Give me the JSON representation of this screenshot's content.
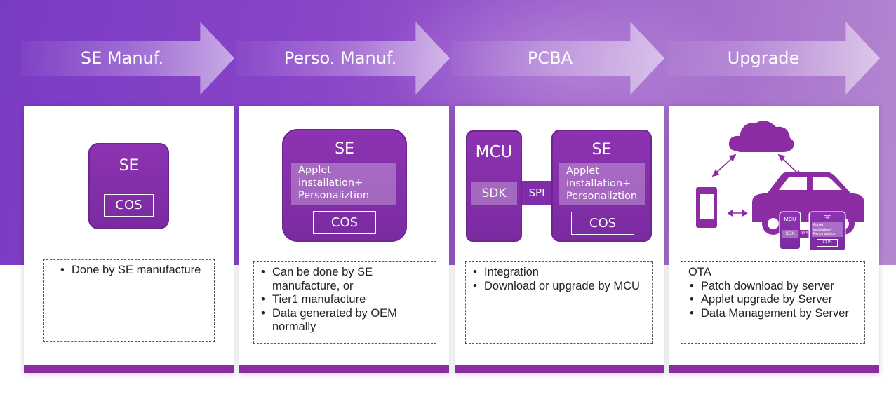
{
  "stages": [
    {
      "label": "SE Manuf.",
      "diagram": {
        "se_title": "SE",
        "cos_label": "COS"
      },
      "notes": [
        "Done by SE manufacture"
      ]
    },
    {
      "label": "Perso. Manuf.",
      "diagram": {
        "se_title": "SE",
        "applet_lines": [
          "Applet",
          "installation+",
          "Personaliztion"
        ],
        "cos_label": "COS"
      },
      "notes": [
        "Can be done by SE manufacture, or",
        "Tier1 manufacture",
        "Data generated by OEM normally"
      ]
    },
    {
      "label": "PCBA",
      "diagram": {
        "mcu_title": "MCU",
        "sdk_label": "SDK",
        "spi_label": "SPI",
        "se_title": "SE",
        "applet_lines": [
          "Applet",
          "installation+",
          "Personaliztion"
        ],
        "cos_label": "COS"
      },
      "notes": [
        "Integration",
        "Download or upgrade by MCU"
      ]
    },
    {
      "label": "Upgrade",
      "diagram": {
        "icons": [
          "cloud-icon",
          "phone-icon",
          "car-icon"
        ],
        "car_mcu": "MCU",
        "car_sdk": "SDK",
        "car_spi": "SPI",
        "car_se": "SE",
        "car_applet": "Applet installation+ Personaliztion",
        "car_cos": "COS"
      },
      "notes_header": "OTA",
      "notes": [
        "Patch download by server",
        "Applet upgrade by Server",
        "Data Management by Server"
      ]
    }
  ],
  "colors": {
    "accent": "#8c2ca3",
    "chip": "#7f2da8",
    "banner": "#8a45c8"
  }
}
